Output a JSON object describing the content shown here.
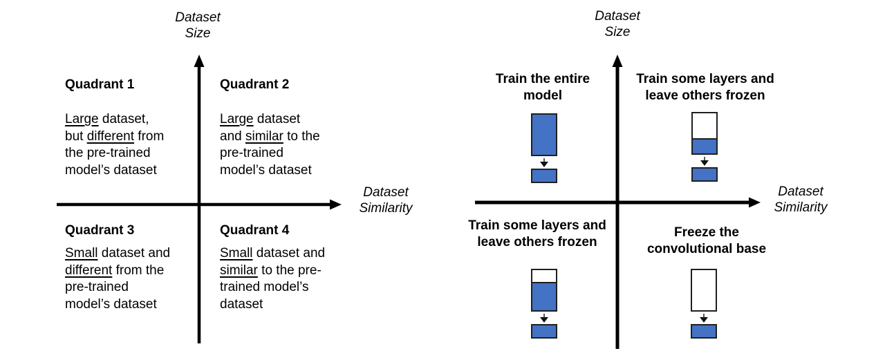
{
  "colors": {
    "bar_blue": "#4472C4",
    "bar_border": "#1f1f1f",
    "axis_black": "#000000",
    "text_black": "#000000"
  },
  "left_panel": {
    "y_axis_label": "Dataset\nSize",
    "x_axis_label": "Dataset\nSimilarity",
    "quadrants": [
      {
        "title": "Quadrant 1",
        "segments": [
          {
            "text": "Large",
            "underline": true
          },
          {
            "text": " dataset,\nbut ",
            "underline": false
          },
          {
            "text": "different",
            "underline": true
          },
          {
            "text": " from\nthe pre-trained\nmodel’s dataset",
            "underline": false
          }
        ]
      },
      {
        "title": "Quadrant 2",
        "segments": [
          {
            "text": "Large",
            "underline": true
          },
          {
            "text": " dataset\nand ",
            "underline": false
          },
          {
            "text": "similar",
            "underline": true
          },
          {
            "text": " to the\npre-trained\nmodel’s dataset",
            "underline": false
          }
        ]
      },
      {
        "title": "Quadrant 3",
        "segments": [
          {
            "text": "Small",
            "underline": true
          },
          {
            "text": " dataset and\n",
            "underline": false
          },
          {
            "text": "different",
            "underline": true
          },
          {
            "text": " from the\npre-trained\nmodel’s dataset",
            "underline": false
          }
        ]
      },
      {
        "title": "Quadrant 4",
        "segments": [
          {
            "text": "Small",
            "underline": true
          },
          {
            "text": " dataset and\n",
            "underline": false
          },
          {
            "text": "similar",
            "underline": true
          },
          {
            "text": " to the pre-\ntrained model’s\ndataset",
            "underline": false
          }
        ]
      }
    ]
  },
  "right_panel": {
    "y_axis_label": "Dataset\nSize",
    "x_axis_label": "Dataset\nSimilarity",
    "strategies": [
      {
        "label": "Train the entire\nmodel",
        "base_fill_fraction": 1.0
      },
      {
        "label": "Train some layers and\nleave others frozen",
        "base_fill_fraction": 0.34
      },
      {
        "label": "Train some layers and\nleave others frozen",
        "base_fill_fraction": 0.67
      },
      {
        "label": "Freeze the\nconvolutional base",
        "base_fill_fraction": 0.0
      }
    ]
  }
}
